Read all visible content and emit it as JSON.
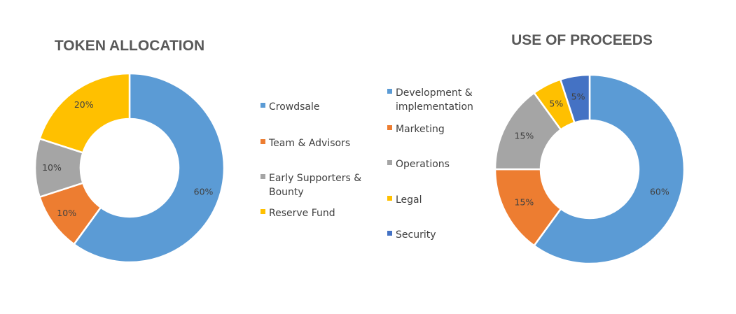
{
  "chart_data": [
    {
      "type": "pie",
      "title": "TOKEN ALLOCATION",
      "categories": [
        "Crowdsale",
        "Team & Advisors",
        "Early Supporters & Bounty",
        "Reserve Fund"
      ],
      "legend_lines": [
        [
          "Crowdsale"
        ],
        [
          "Team & Advisors"
        ],
        [
          "Early Supporters &",
          "Bounty"
        ],
        [
          "Reserve Fund"
        ]
      ],
      "values": [
        60,
        10,
        10,
        20
      ],
      "labels": [
        "60%",
        "10%",
        "10%",
        "20%"
      ],
      "colors": [
        "#5B9BD5",
        "#ED7D31",
        "#A5A5A5",
        "#FFC000"
      ],
      "legend_placement": "right",
      "style": "donut"
    },
    {
      "type": "pie",
      "title": "USE OF PROCEEDS",
      "categories": [
        "Development & implementation",
        "Marketing",
        "Operations",
        "Legal",
        "Security"
      ],
      "legend_lines": [
        [
          "Development &",
          "implementation"
        ],
        [
          "Marketing"
        ],
        [
          "Operations"
        ],
        [
          "Legal"
        ],
        [
          "Security"
        ]
      ],
      "values": [
        60,
        15,
        15,
        5,
        5
      ],
      "labels": [
        "60%",
        "15%",
        "15%",
        "5%",
        "5%"
      ],
      "colors": [
        "#5B9BD5",
        "#ED7D31",
        "#A5A5A5",
        "#FFC000",
        "#4472C4"
      ],
      "legend_placement": "left",
      "style": "donut"
    }
  ]
}
